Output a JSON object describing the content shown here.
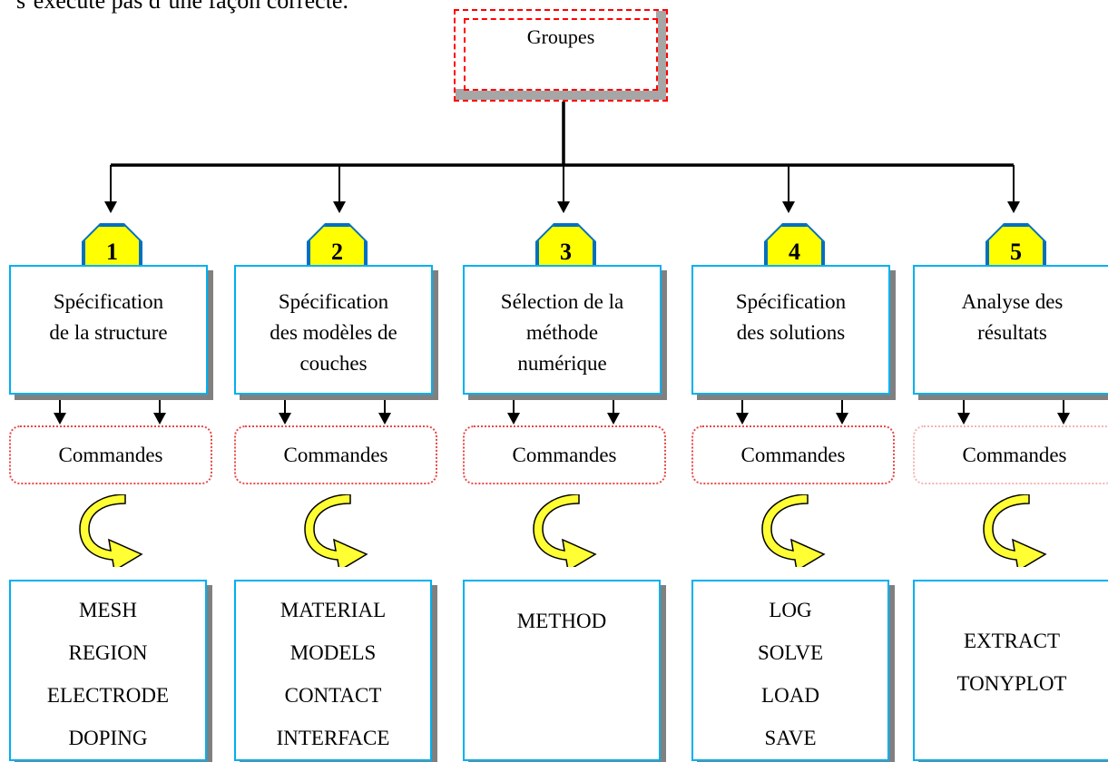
{
  "header_text": "s’exécute pas d’une façon correcte.",
  "root": {
    "label": "Groupes"
  },
  "groups": [
    {
      "number": "1",
      "title": "Spécification\nde la structure",
      "commands_label": "Commandes",
      "commands": [
        "MESH",
        "REGION",
        "ELECTRODE",
        "DOPING"
      ]
    },
    {
      "number": "2",
      "title": "Spécification\ndes modèles de\ncouches",
      "commands_label": "Commandes",
      "commands": [
        "MATERIAL",
        "MODELS",
        "CONTACT",
        "INTERFACE"
      ]
    },
    {
      "number": "3",
      "title": "Sélection de la\nméthode\nnumérique",
      "commands_label": "Commandes",
      "commands": [
        "METHOD"
      ]
    },
    {
      "number": "4",
      "title": "Spécification\ndes solutions",
      "commands_label": "Commandes",
      "commands": [
        "LOG",
        "SOLVE",
        "LOAD",
        "SAVE"
      ]
    },
    {
      "number": "5",
      "title": "Analyse des\nrésultats",
      "commands_label": "Commandes",
      "commands": [
        "EXTRACT",
        "TONYPLOT"
      ]
    }
  ],
  "colors": {
    "badge_fill": "#ffff00",
    "badge_border": "#0070c0",
    "box_border": "#00b0f0",
    "root_border": "#ff0000",
    "commands_border": "#e84848",
    "curve_fill": "#ffff33"
  }
}
